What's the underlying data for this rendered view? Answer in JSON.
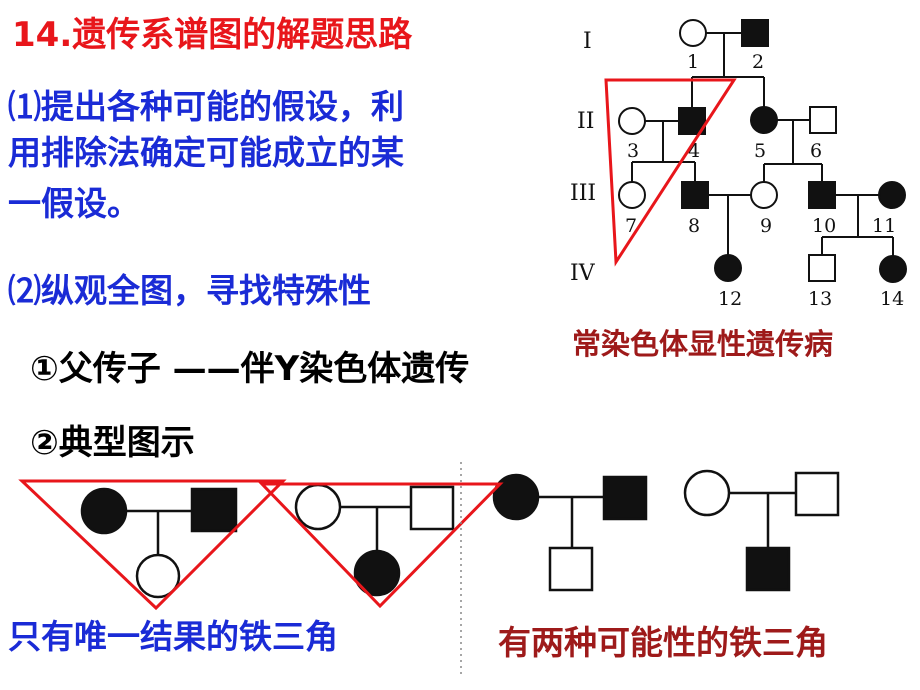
{
  "slide": {
    "title": "14.遗传系谱图的解题思路",
    "point1_line1": "⑴提出各种可能的假设，利",
    "point1_line2": "用排除法确定可能成立的某",
    "point1_line3": "一假设。",
    "point2": "⑵纵观全图，寻找特殊性",
    "item1": "①父传子 ——伴Y染色体遗传",
    "item2": "②典型图示",
    "label_unique": "只有唯一结果的铁三角",
    "label_two": "有两种可能性的铁三角",
    "pedigree_caption": "常染色体显性遗传病"
  },
  "pedigree": {
    "generations": [
      "I",
      "II",
      "III",
      "IV"
    ],
    "individuals": [
      {
        "id": "1",
        "sex": "female",
        "affected": false
      },
      {
        "id": "2",
        "sex": "male",
        "affected": true
      },
      {
        "id": "3",
        "sex": "female",
        "affected": false
      },
      {
        "id": "4",
        "sex": "male",
        "affected": true
      },
      {
        "id": "5",
        "sex": "female",
        "affected": true
      },
      {
        "id": "6",
        "sex": "male",
        "affected": false
      },
      {
        "id": "7",
        "sex": "female",
        "affected": false
      },
      {
        "id": "8",
        "sex": "male",
        "affected": true
      },
      {
        "id": "9",
        "sex": "female",
        "affected": false
      },
      {
        "id": "10",
        "sex": "male",
        "affected": true
      },
      {
        "id": "11",
        "sex": "female",
        "affected": true
      },
      {
        "id": "12",
        "sex": "female",
        "affected": true
      },
      {
        "id": "13",
        "sex": "male",
        "affected": false
      },
      {
        "id": "14",
        "sex": "female",
        "affected": true
      }
    ]
  },
  "colors": {
    "red": "#e8161b",
    "blue": "#1a2bd6",
    "darkred": "#9e1a1a"
  }
}
